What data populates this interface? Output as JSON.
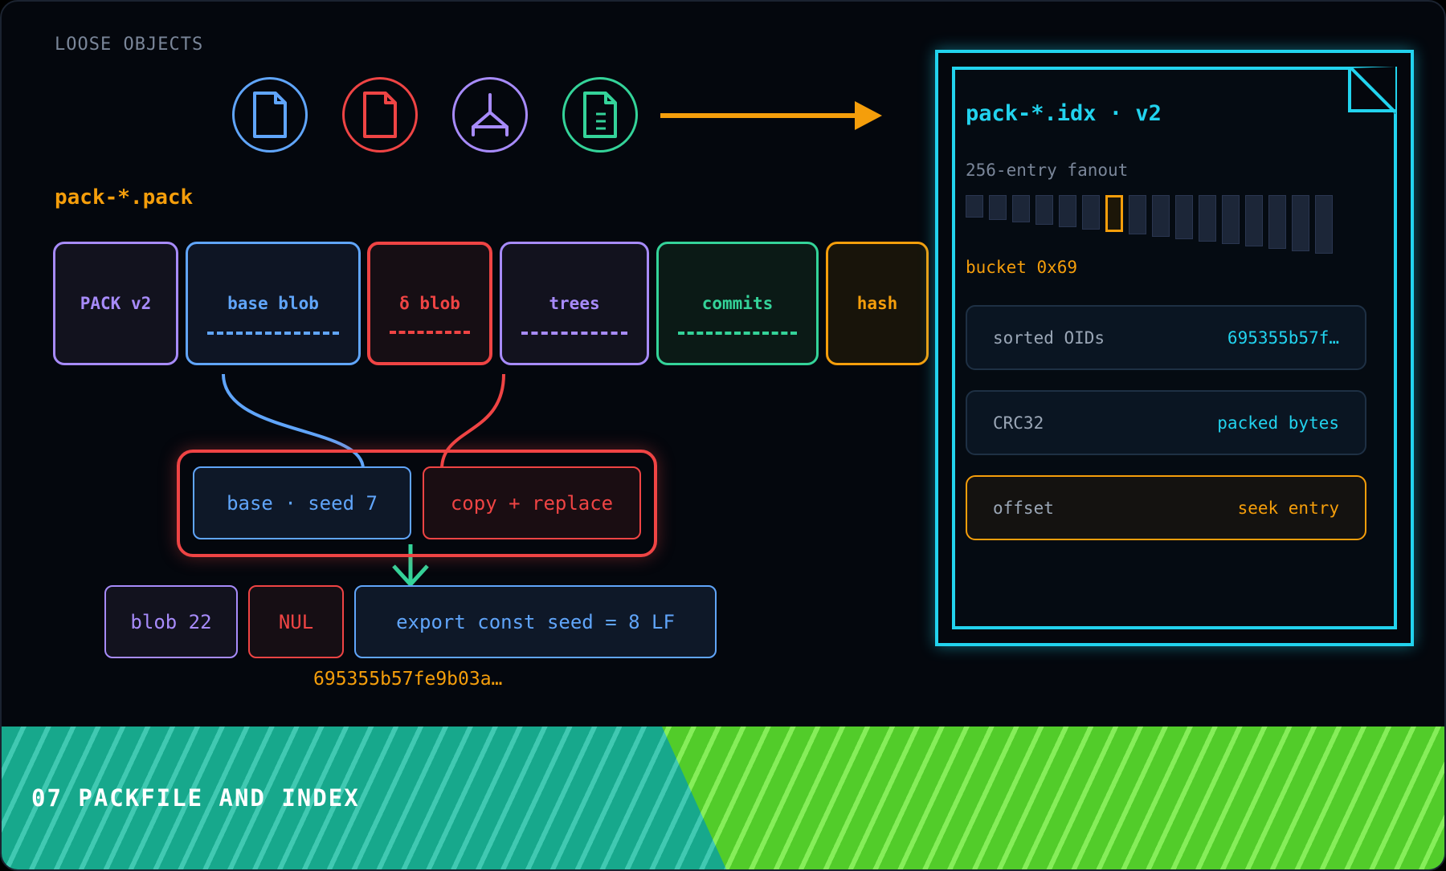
{
  "loose_objects_label": "LOOSE OBJECTS",
  "loose_icons": [
    {
      "icon": "file-icon",
      "color": "#60a5fa"
    },
    {
      "icon": "file-icon",
      "color": "#ef4444"
    },
    {
      "icon": "tree-icon",
      "color": "#a78bfa"
    },
    {
      "icon": "document-icon",
      "color": "#34d399"
    }
  ],
  "pack": {
    "title": "pack-*.pack",
    "segments": [
      {
        "label": "PACK v2",
        "color": "#a78bfa"
      },
      {
        "label": "base blob",
        "color": "#60a5fa"
      },
      {
        "label": "δ blob",
        "color": "#ef4444"
      },
      {
        "label": "trees",
        "color": "#a78bfa"
      },
      {
        "label": "commits",
        "color": "#34d399"
      },
      {
        "label": "hash",
        "color": "#f59e0b"
      }
    ]
  },
  "delta": {
    "base": "base · seed 7",
    "copy": "copy + replace"
  },
  "result": {
    "type": "blob 22",
    "nul": "NUL",
    "content": "export const seed = 8 LF",
    "hash": "695355b57fe9b03a…"
  },
  "index": {
    "title": "pack-*.idx · v2",
    "fanout_label": "256-entry fanout",
    "bucket_label": "bucket 0x69",
    "rows": [
      {
        "key": "sorted OIDs",
        "value": "695355b57f…"
      },
      {
        "key": "CRC32",
        "value": "packed bytes"
      },
      {
        "key": "offset",
        "value": "seek entry"
      }
    ]
  },
  "footer": {
    "title": "07 PACKFILE AND INDEX"
  }
}
